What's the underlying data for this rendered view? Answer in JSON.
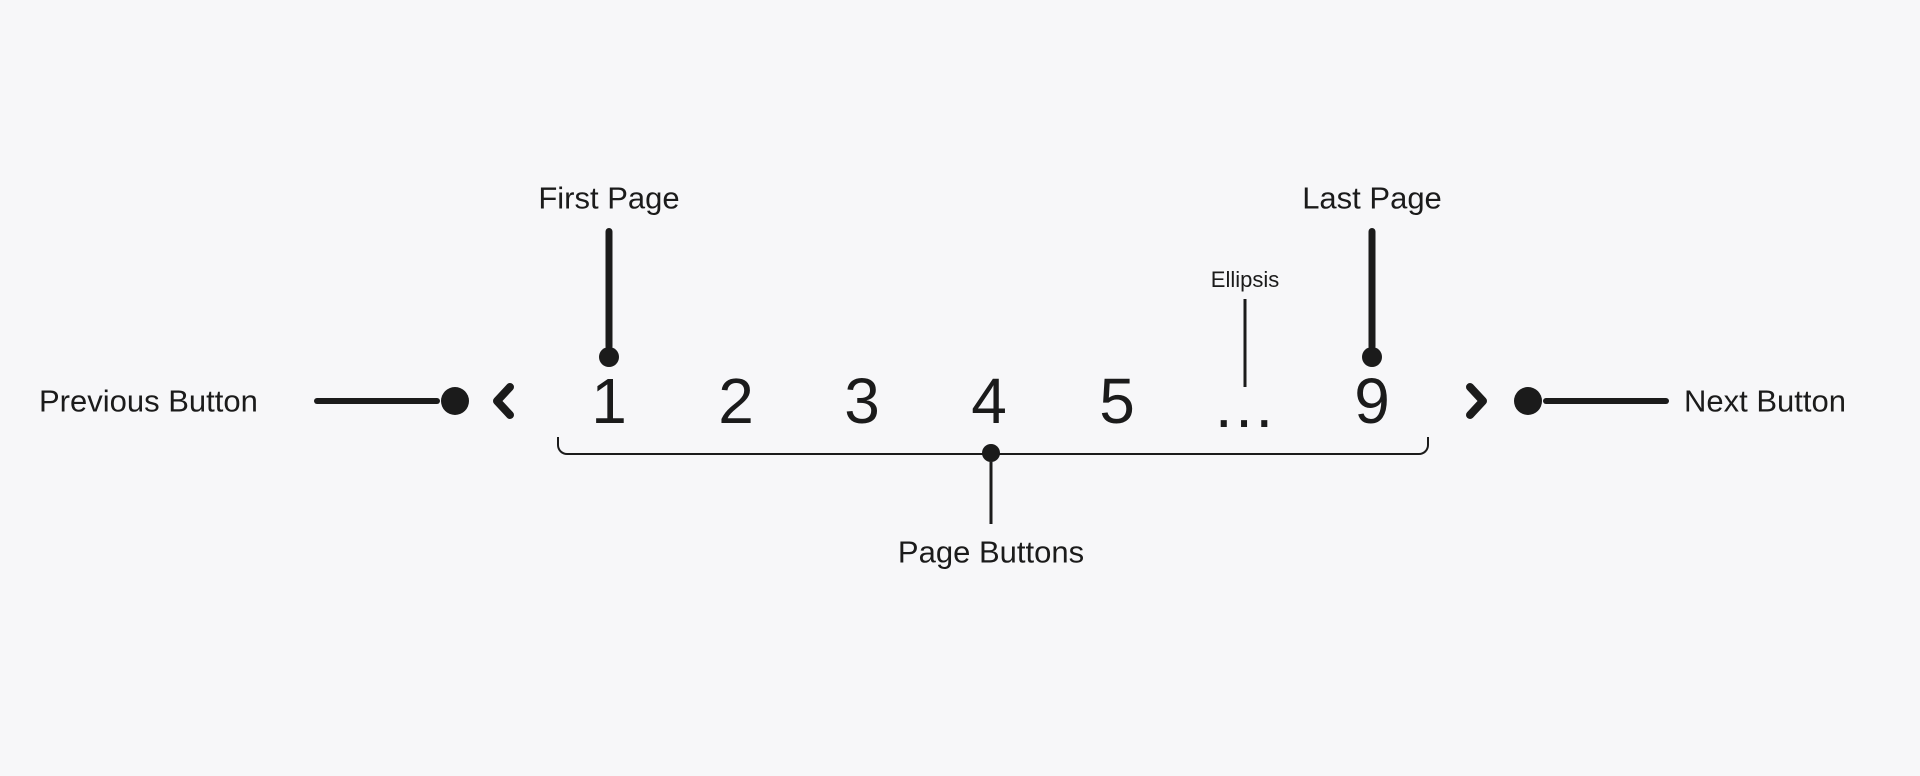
{
  "colors": {
    "background": "#f7f7f9",
    "ink": "#1b1b1b"
  },
  "pagination": {
    "pages": [
      "1",
      "2",
      "3",
      "4",
      "5",
      "…",
      "9"
    ],
    "icons": {
      "previous": "chevron-left",
      "next": "chevron-right"
    }
  },
  "annotations": {
    "previous_button": "Previous Button",
    "next_button": "Next Button",
    "first_page": "First Page",
    "last_page": "Last Page",
    "ellipsis": "Ellipsis",
    "page_buttons": "Page Buttons"
  }
}
